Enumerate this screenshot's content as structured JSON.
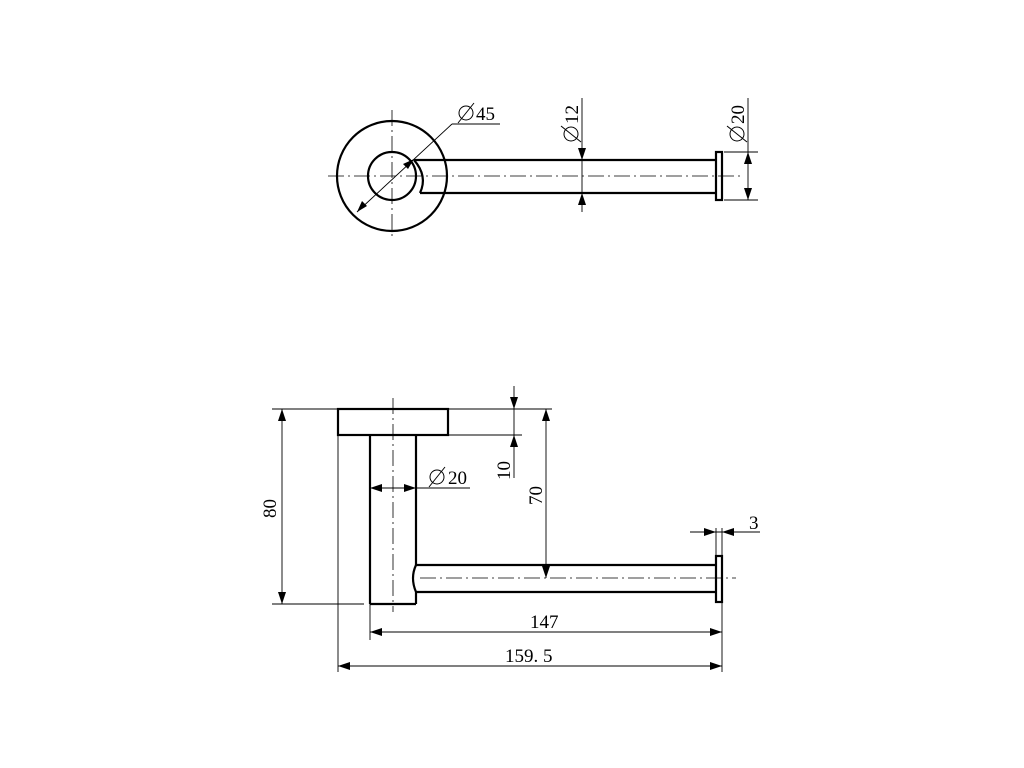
{
  "top_view": {
    "dim_rosette": {
      "symbol": "⌀",
      "value": "45"
    },
    "dim_rod": {
      "symbol": "⌀",
      "value": "12"
    },
    "dim_cap": {
      "symbol": "⌀",
      "value": "20"
    }
  },
  "side_view": {
    "dim_post": {
      "symbol": "⌀",
      "value": "20"
    },
    "dim_total_height": "80",
    "dim_rosette_thickness": "10",
    "dim_rod_height": "70",
    "dim_cap_thickness": "3",
    "dim_arm_length": "147",
    "dim_total_length": "159. 5"
  }
}
